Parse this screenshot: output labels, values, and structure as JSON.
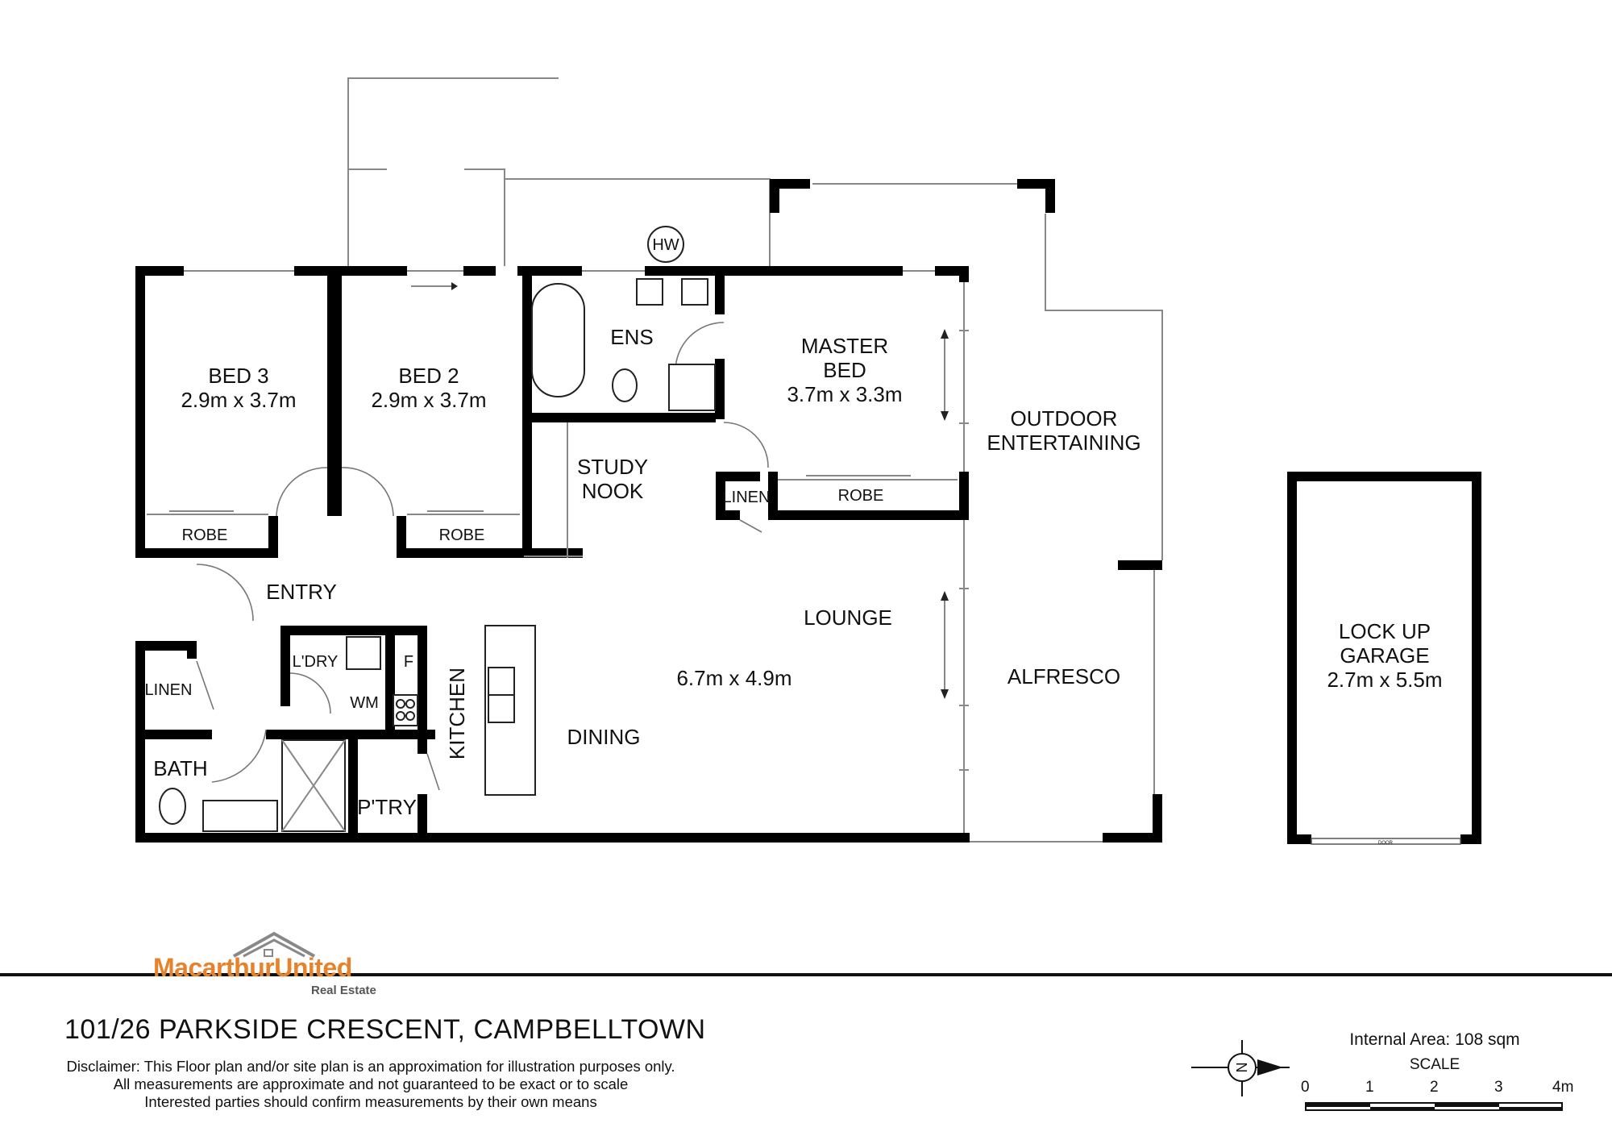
{
  "rooms": {
    "bed3_name": "BED 3",
    "bed3_size": "2.9m x 3.7m",
    "bed2_name": "BED 2",
    "bed2_size": "2.9m x 3.7m",
    "ens": "ENS",
    "master_name_1": "MASTER",
    "master_name_2": "BED",
    "master_size": "3.7m x 3.3m",
    "outdoor_1": "OUTDOOR",
    "outdoor_2": "ENTERTAINING",
    "study_1": "STUDY",
    "study_2": "NOOK",
    "linen_master": "LINEN",
    "robe_master": "ROBE",
    "robe_bed3": "ROBE",
    "robe_bed2": "ROBE",
    "entry": "ENTRY",
    "lounge": "LOUNGE",
    "living_size": "6.7m x 4.9m",
    "dining": "DINING",
    "alfresco": "ALFRESCO",
    "garage_1": "LOCK UP",
    "garage_2": "GARAGE",
    "garage_size": "2.7m x 5.5m",
    "garage_door": "DOOR",
    "linen_hall": "LINEN",
    "laundry": "L'DRY",
    "fridge": "F",
    "washing_machine": "WM",
    "kitchen": "KITCHEN",
    "bath": "BATH",
    "pantry": "P'TRY",
    "hot_water": "HW"
  },
  "branding": {
    "logo_part1": "Macarthur",
    "logo_part2": "United",
    "logo_sub": "Real Estate"
  },
  "address": "101/26 PARKSIDE CRESCENT, CAMPBELLTOWN",
  "disclaimer": {
    "line1": "Disclaimer: This Floor plan and/or site plan is an approximation for illustration purposes only.",
    "line2": "All measurements are approximate and not guaranteed to be exact or to scale",
    "line3": "Interested parties should confirm measurements by their own means"
  },
  "internal_area": "Internal Area: 108 sqm",
  "scale": {
    "label": "SCALE",
    "ticks": [
      "0",
      "1",
      "2",
      "3",
      "4m"
    ]
  },
  "compass": "N",
  "colors": {
    "wall": "#000000",
    "brand_orange": "#e8822a",
    "brand_grey": "#555555"
  }
}
